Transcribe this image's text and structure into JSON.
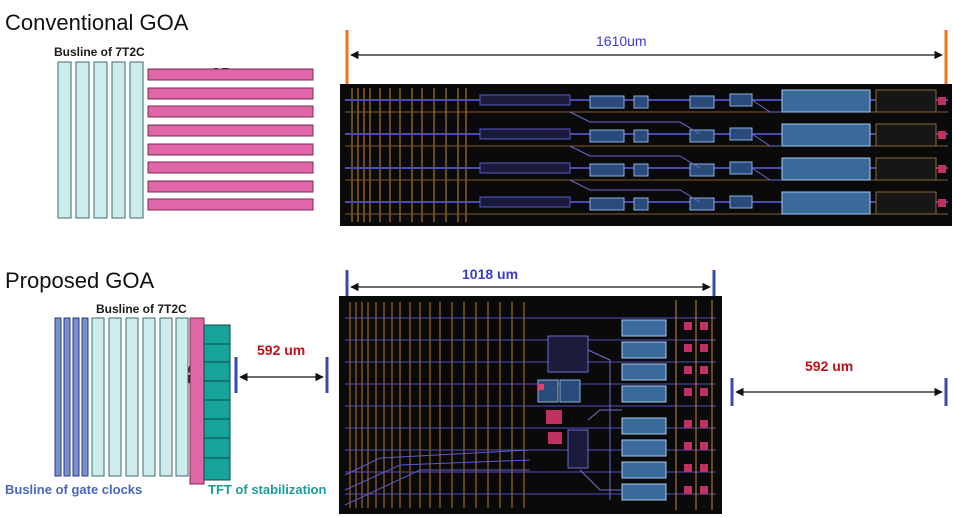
{
  "conventional": {
    "title": "Conventional GOA",
    "busline_label": "Busline of 7T2C",
    "sr_label": "SR",
    "width_label": "1610um"
  },
  "proposed": {
    "title": "Proposed GOA",
    "busline_label": "Busline of 7T2C",
    "sr_label": "SR",
    "width_label": "1018 um",
    "saving_label_left": "592 um",
    "saving_label_right": "592 um",
    "gate_clock_label": "Busline of gate clocks",
    "tft_label": "TFT of stabilization"
  },
  "colors": {
    "busline_fill": "#cfecec",
    "gate_clock_fill": "#7a8fd0",
    "sr_fill": "#e066a8",
    "tft_fill": "#16a39a",
    "layout_bg": "#0a0a0a",
    "dim_orange": "#f07020",
    "dim_blue": "#3a4aa8"
  }
}
